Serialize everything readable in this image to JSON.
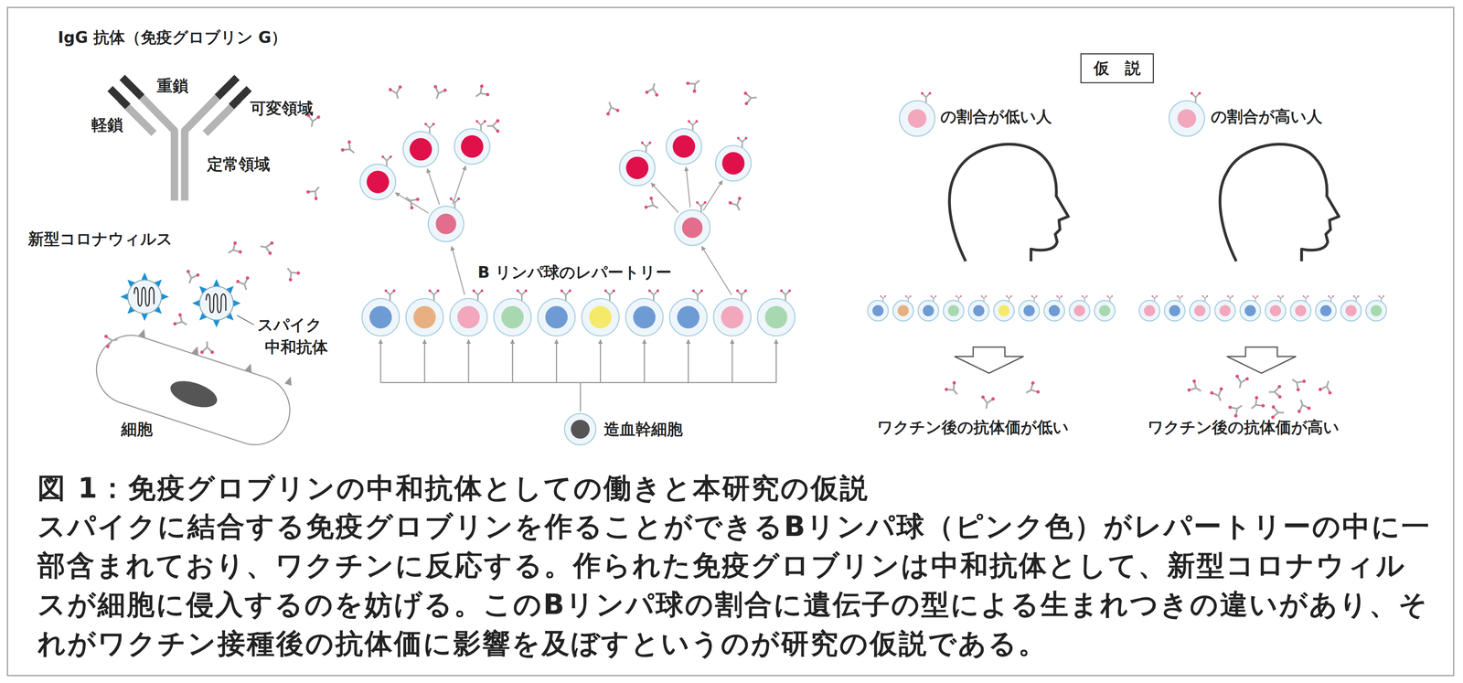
{
  "diagram": {
    "title": "図 1：免疫グロブリンの中和抗体としての働きと本研究の仮説",
    "caption": "スパイクに結合する免疫グロブリンを作ることができるBリンパ球（ピンク色）がレパートリーの中に一部含まれており、ワクチンに反応する。作られた免疫グロブリンは中和抗体として、新型コロナウィルスが細胞に侵入するのを妨げる。このBリンパ球の割合に遺伝子の型による生まれつきの違いがあり、それがワクチン接種後の抗体価に影響を及ぼすというのが研究の仮説である。",
    "nodes": [
      {
        "text": [
          "仮　説"
        ]
      },
      {
        "text": [
          "造血幹細胞"
        ]
      }
    ],
    "labels": [
      "IgG 抗体（免疫グロブリン G）",
      "重鎖",
      "軽鎖",
      "可変領域",
      "定常領域",
      "新型コロナウィルス",
      "スパイク",
      "中和抗体",
      "細胞",
      "B リンパ球のレパートリー",
      "の割合が低い人",
      "の割合が高い人",
      "ワクチン後の抗体価が低い",
      "ワクチン後の抗体価が高い"
    ]
  }
}
